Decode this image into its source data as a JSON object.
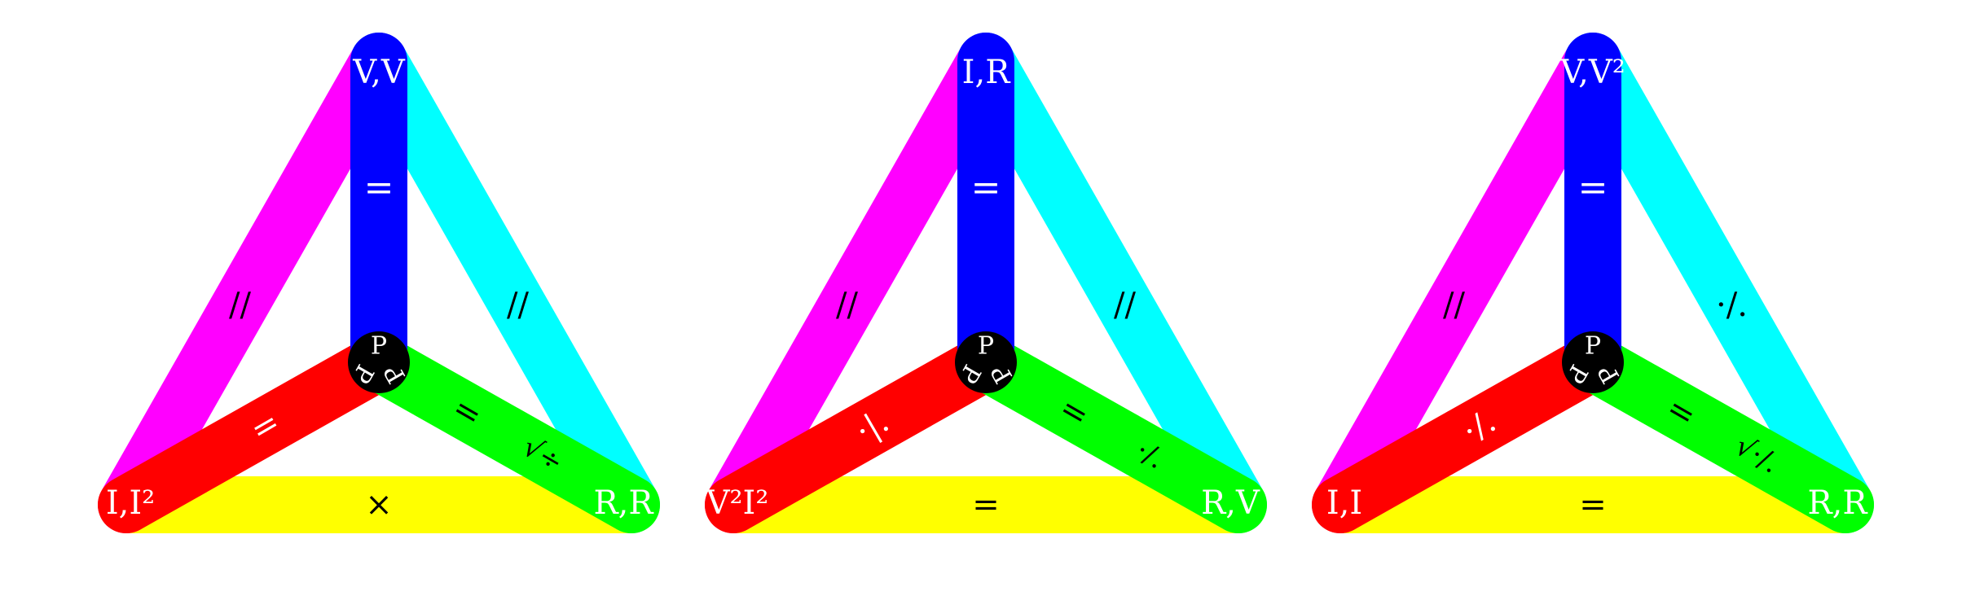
{
  "colors": {
    "left_arm": "#ff00ff",
    "right_arm": "#00ffff",
    "top_arm": "#0000ff",
    "bottom_bar": "#ffff00",
    "left_spoke": "#ff0000",
    "right_spoke": "#00ff00",
    "hub": "#000000",
    "text": "#ffffff",
    "ink": "#000000",
    "background": "#ffffff"
  },
  "triangles": [
    {
      "top_label": "V,V",
      "left_label": "I,I²",
      "right_label": "R,R",
      "hub_label": "P",
      "ops": {
        "top_arm": "=",
        "left_arm": "//",
        "right_arm": "//",
        "bottom_bar": "×",
        "left_spoke": "=",
        "right_spoke": "=",
        "right_spoke_extra": "√÷"
      }
    },
    {
      "top_label": "I,R",
      "left_label": "V²I²",
      "right_label": "R,V",
      "hub_label": "P",
      "ops": {
        "top_arm": "=",
        "left_arm": "//",
        "right_arm": "//",
        "bottom_bar": "=",
        "left_spoke": "·|.",
        "right_spoke": "=",
        "right_spoke_extra": "·/."
      }
    },
    {
      "top_label": "V,V²",
      "left_label": "I,I",
      "right_label": "R,R",
      "hub_label": "P",
      "ops": {
        "top_arm": "=",
        "left_arm": "//",
        "right_arm": "·/.",
        "bottom_bar": "=",
        "left_spoke": "·/.",
        "right_spoke": "=",
        "right_spoke_extra": "√·/."
      }
    }
  ]
}
